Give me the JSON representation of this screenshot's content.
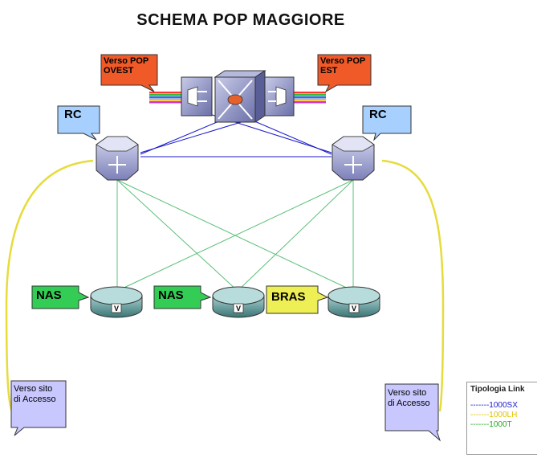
{
  "title": "SCHEMA POP MAGGIORE",
  "callouts": {
    "west_pop": "Verso POP\nOVEST",
    "east_pop": "Verso POP\nEST",
    "rc_left": "RC",
    "rc_right": "RC",
    "nas_1": "NAS",
    "nas_2": "NAS",
    "bras": "BRAS",
    "access_left": "Verso sito\ndi Accesso",
    "access_right": "Verso sito\ndi Accesso"
  },
  "legend": {
    "title": "Tipologia Link",
    "items": [
      {
        "label": "-------1000SX",
        "color": "#1a1acc"
      },
      {
        "label": "-------1000LH",
        "color": "#e0c400"
      },
      {
        "label": "-------1000T",
        "color": "#22aa22"
      }
    ]
  },
  "colors": {
    "link_sx": "#1a1acc",
    "link_lh": "#e6dc3c",
    "link_t": "#5cc07a",
    "callout_orange": "#f05a28",
    "callout_blue": "#a8d0ff",
    "callout_green": "#33cc55",
    "callout_yellow": "#eeee55",
    "callout_lavender": "#c8c8ff"
  }
}
